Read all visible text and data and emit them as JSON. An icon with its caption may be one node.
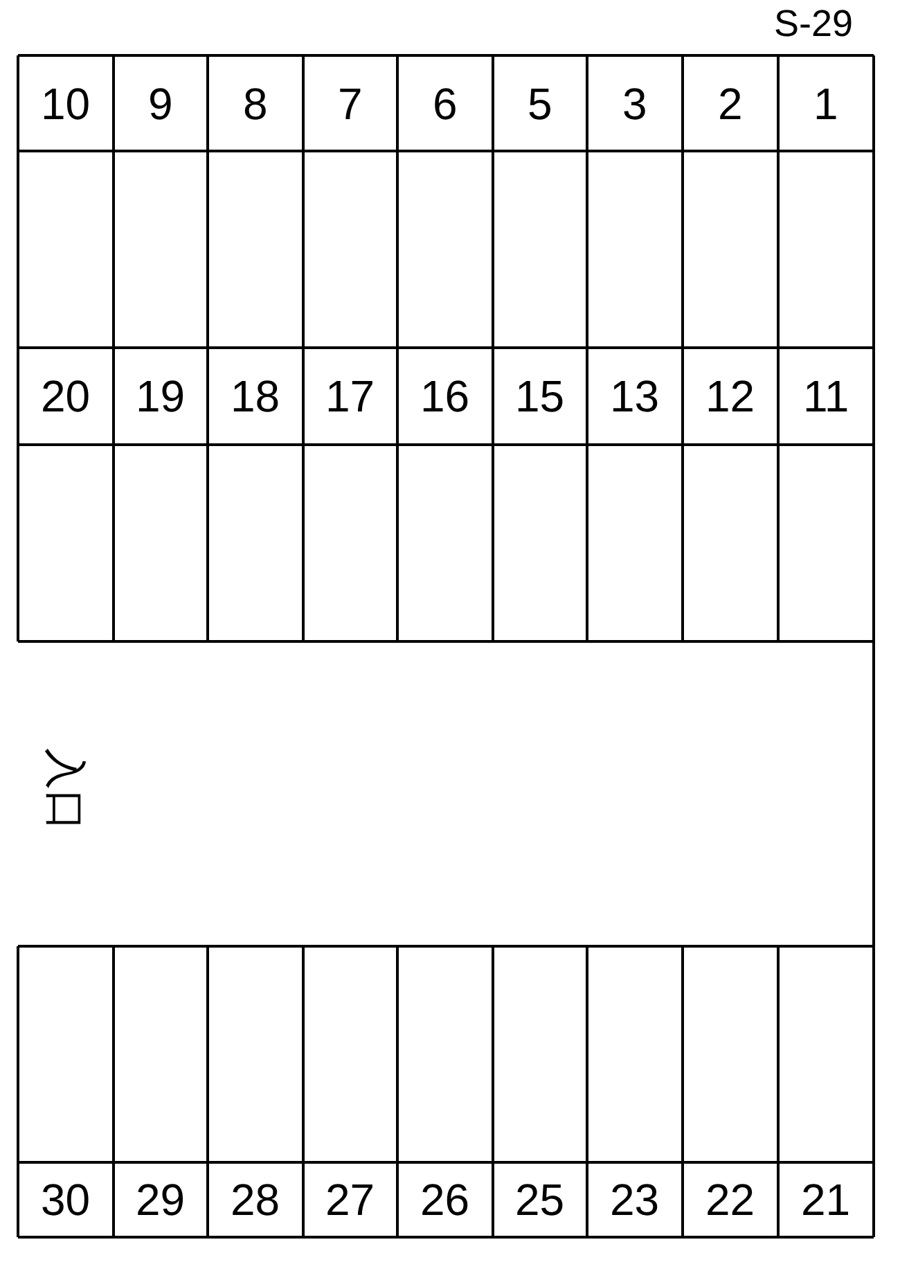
{
  "diagram": {
    "title": "S-29",
    "labels": [
      "10",
      "9",
      "8",
      "7",
      "6",
      "5",
      "3",
      "2",
      "1",
      "20",
      "19",
      "18",
      "17",
      "16",
      "15",
      "13",
      "12",
      "11",
      "入口",
      "30",
      "29",
      "28",
      "27",
      "26",
      "25",
      "23",
      "22",
      "21"
    ]
  }
}
